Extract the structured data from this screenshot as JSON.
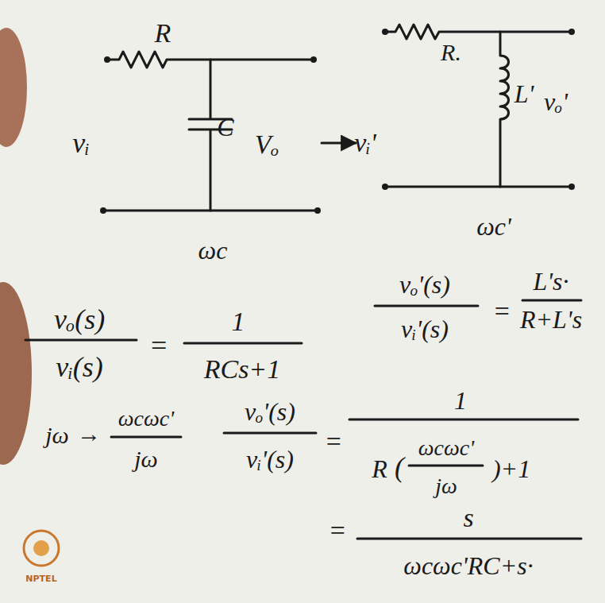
{
  "diagram": {
    "labels": [
      "R",
      "vᵢ",
      "C",
      "Vₒ",
      "ωc",
      "R.",
      "vᵢ'",
      "L'",
      "vₒ'",
      "ωc'",
      "vₒ(s)",
      "vᵢ(s)",
      "=",
      "1",
      "RCs+1",
      "vₒ'(s)",
      "vᵢ'(s)",
      "=",
      "L's·",
      "R+L's",
      "jω",
      "→",
      "ωcωc'",
      "jω",
      "vₒ'(s)",
      "vᵢ'(s)",
      "=",
      "1",
      "R",
      "(",
      "ωcωc'",
      "jω",
      ")+1",
      "=",
      "s",
      "ωcωc'RC+s·",
      "NPTEL"
    ]
  }
}
